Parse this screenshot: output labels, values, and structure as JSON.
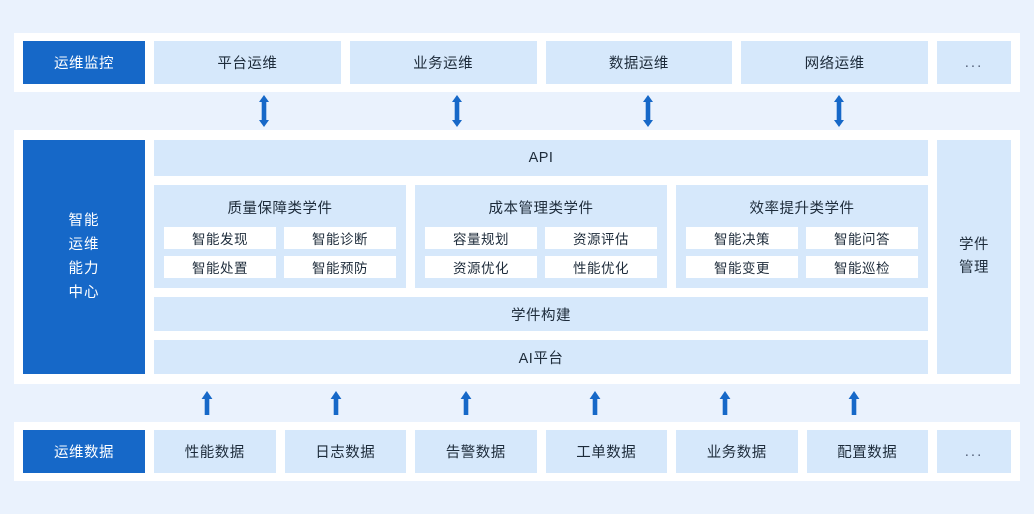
{
  "theme": {
    "page_bg": "#eaf2fd",
    "panel_bg": "#ffffff",
    "accent": "#1668c8",
    "tile_bg": "#d6e8fb",
    "text": "#1d2b3a",
    "arrow": "#1668c8"
  },
  "top_row": {
    "lead": "运维监控",
    "items": [
      {
        "label": "平台运维"
      },
      {
        "label": "业务运维"
      },
      {
        "label": "数据运维"
      },
      {
        "label": "网络运维"
      }
    ],
    "tail": "..."
  },
  "top_connectors": {
    "type": "double-arrow-vertical",
    "count": 4,
    "positions_pct": [
      24.9,
      44.0,
      63.0,
      82.0
    ]
  },
  "middle": {
    "left_label": "智能运维能力中心",
    "left_lines": [
      "智能",
      "运维",
      "能力",
      "中心"
    ],
    "api_band": "API",
    "groups": [
      {
        "title": "质量保障类学件",
        "chips": [
          "智能发现",
          "智能诊断",
          "智能处置",
          "智能预防"
        ]
      },
      {
        "title": "成本管理类学件",
        "chips": [
          "容量规划",
          "资源评估",
          "资源优化",
          "性能优化"
        ]
      },
      {
        "title": "效率提升类学件",
        "chips": [
          "智能决策",
          "智能问答",
          "智能变更",
          "智能巡检"
        ]
      }
    ],
    "build_band": "学件构建",
    "aiplatform_band": "AI平台",
    "right_label": "学件管理",
    "right_lines": [
      "学件",
      "管理"
    ]
  },
  "bottom_connectors": {
    "type": "single-arrow-up",
    "count": 6,
    "positions_pct": [
      19.2,
      32.0,
      44.9,
      57.8,
      70.7,
      83.5
    ]
  },
  "bottom_row": {
    "lead": "运维数据",
    "items": [
      {
        "label": "性能数据"
      },
      {
        "label": "日志数据"
      },
      {
        "label": "告警数据"
      },
      {
        "label": "工单数据"
      },
      {
        "label": "业务数据"
      },
      {
        "label": "配置数据"
      }
    ],
    "tail": "..."
  }
}
